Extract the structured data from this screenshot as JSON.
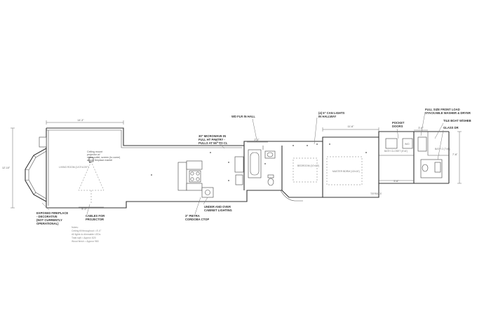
{
  "dimensions": {
    "living_width": "14'-3\"",
    "overall_height": "12'-10\"",
    "bath_width": "2'-3\"",
    "hall_length": "11'-6\"",
    "laundry_width": "3'-0\"",
    "bath2_depth": "7'-6\"",
    "lower_hall": "5'-6\"",
    "projector_offset": "5'-1\""
  },
  "rooms": {
    "living": "LIVING ROOM (14'3\"x13'0\")",
    "bedroom1": "BEDROOM (10'x10')",
    "bedroom2": "MASTER BDRM (13'x10')",
    "bath1": "BATH CLOSET (5'x4')",
    "bath2": "BATH 2 (7'x5')",
    "closet": "W/D"
  },
  "annotations": {
    "projector": [
      "Ceiling mount",
      "projector w/",
      "video outlet, screen (to come)",
      "above fireplace mantel"
    ],
    "fireplace": [
      "EXPOSED FIREPLACE",
      "- DECORATIVE",
      "(NOT CURRENTLY",
      "OPERATIONAL)"
    ],
    "cables": [
      "CABLES FOR",
      "PROJECTOR"
    ],
    "microwave": [
      "30\" MICROWAVE IN",
      "FULL HT PANTRY -",
      "PULLS AT 56\" TO CL"
    ],
    "wd_hall": "WD FLR IN HALL",
    "can_lights": [
      "(4) 5\" CAN LIGHTS",
      "IN HALLWAY"
    ],
    "pocket": [
      "POCKET",
      "DOORS"
    ],
    "full_size": [
      "FULL SIZE FRONT LOAD",
      "STACKABLE WASHER & DRYER"
    ],
    "tile": "TILE BOAT W/SHEB",
    "glass": "GLASS DR",
    "cabinet_lighting": [
      "UNDER AND OVER",
      "CABINET LIGHTING"
    ],
    "countertop": [
      "3\" PIETRA",
      "CORDOBA CTOP"
    ],
    "misc": "TERRACE"
  },
  "notes": [
    "Notes:",
    "Ceiling fill throughout = 8'-0\"",
    "All lights to dimmable LEDs",
    "Total sqft = Approx 820",
    "Wood finish = Approx 980"
  ],
  "colors": {
    "line": "#333333",
    "text": "#333333",
    "background": "#ffffff"
  }
}
